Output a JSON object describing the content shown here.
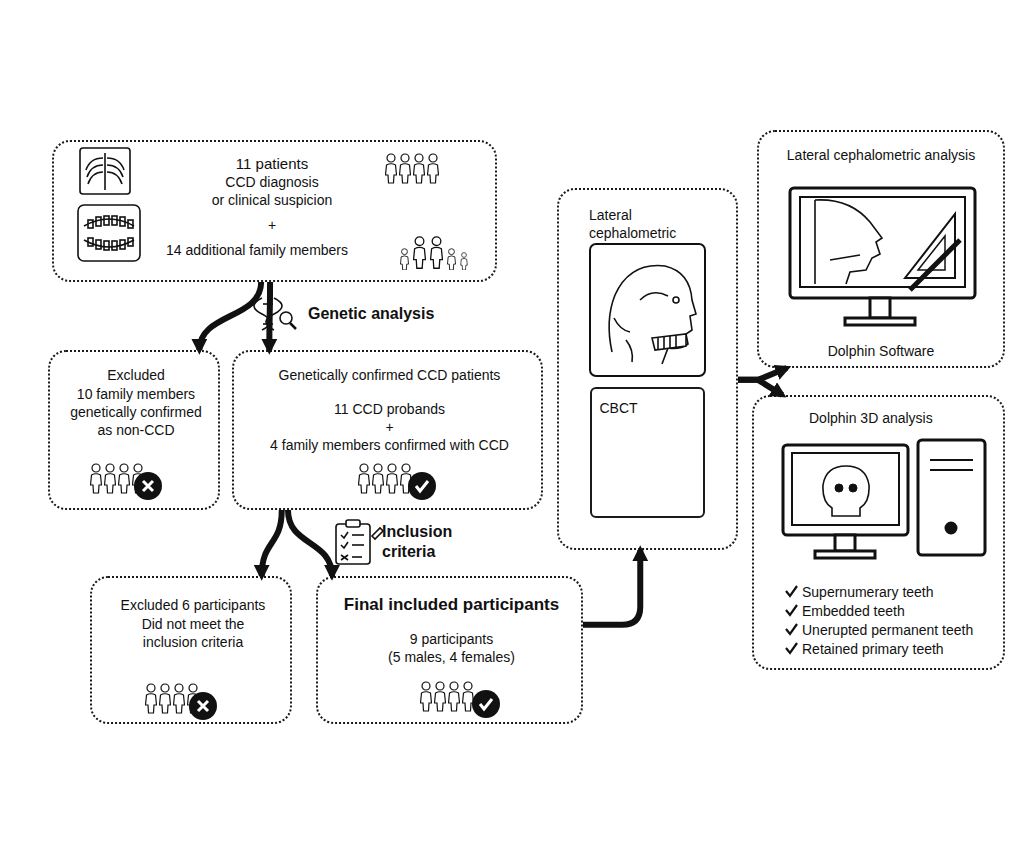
{
  "diagram": {
    "nodes": [
      {
        "text": [
          "11 patients",
          "CCD diagnosis",
          "or clinical suspicion",
          "+",
          "14 additional family members"
        ]
      },
      {
        "text": [
          "Excluded",
          "10 family members genetically confirmed as non-CCD"
        ]
      },
      {
        "text": [
          "Genetically confirmed CCD patients",
          "11 CCD probands",
          "+",
          "4 family members confirmed with CCD"
        ]
      },
      {
        "text": [
          "Excluded 6 participants",
          "Did not meet the inclusion criteria"
        ]
      },
      {
        "text": [
          "Final included participants",
          "9 participants",
          "(5 males, 4 females)"
        ]
      },
      {
        "text": [
          "Lateral cephalometric"
        ]
      },
      {
        "text": [
          "CBCT"
        ],
        "in": 5
      },
      {
        "text": [
          "Lateral cephalometric analysis",
          "Dolphin Software"
        ]
      },
      {
        "text": [
          "Dolphin 3D analysis",
          "Supernumerary teeth",
          "Embedded teeth",
          "Unerupted permanent teeth",
          "Retained primary teeth"
        ]
      }
    ],
    "edges": [
      {
        "from": 0,
        "to": 1,
        "arrow": "to"
      },
      {
        "from": 0,
        "to": 2,
        "arrow": "to"
      },
      {
        "from": 2,
        "to": 3,
        "arrow": "to"
      },
      {
        "from": 2,
        "to": 4,
        "arrow": "to"
      },
      {
        "from": 4,
        "to": 5,
        "arrow": "to"
      },
      {
        "from": 5,
        "to": 7,
        "arrow": "to"
      },
      {
        "from": 5,
        "to": 8,
        "arrow": "to"
      }
    ],
    "labels": [
      "Genetic analysis",
      "Inclusion criteria"
    ]
  }
}
